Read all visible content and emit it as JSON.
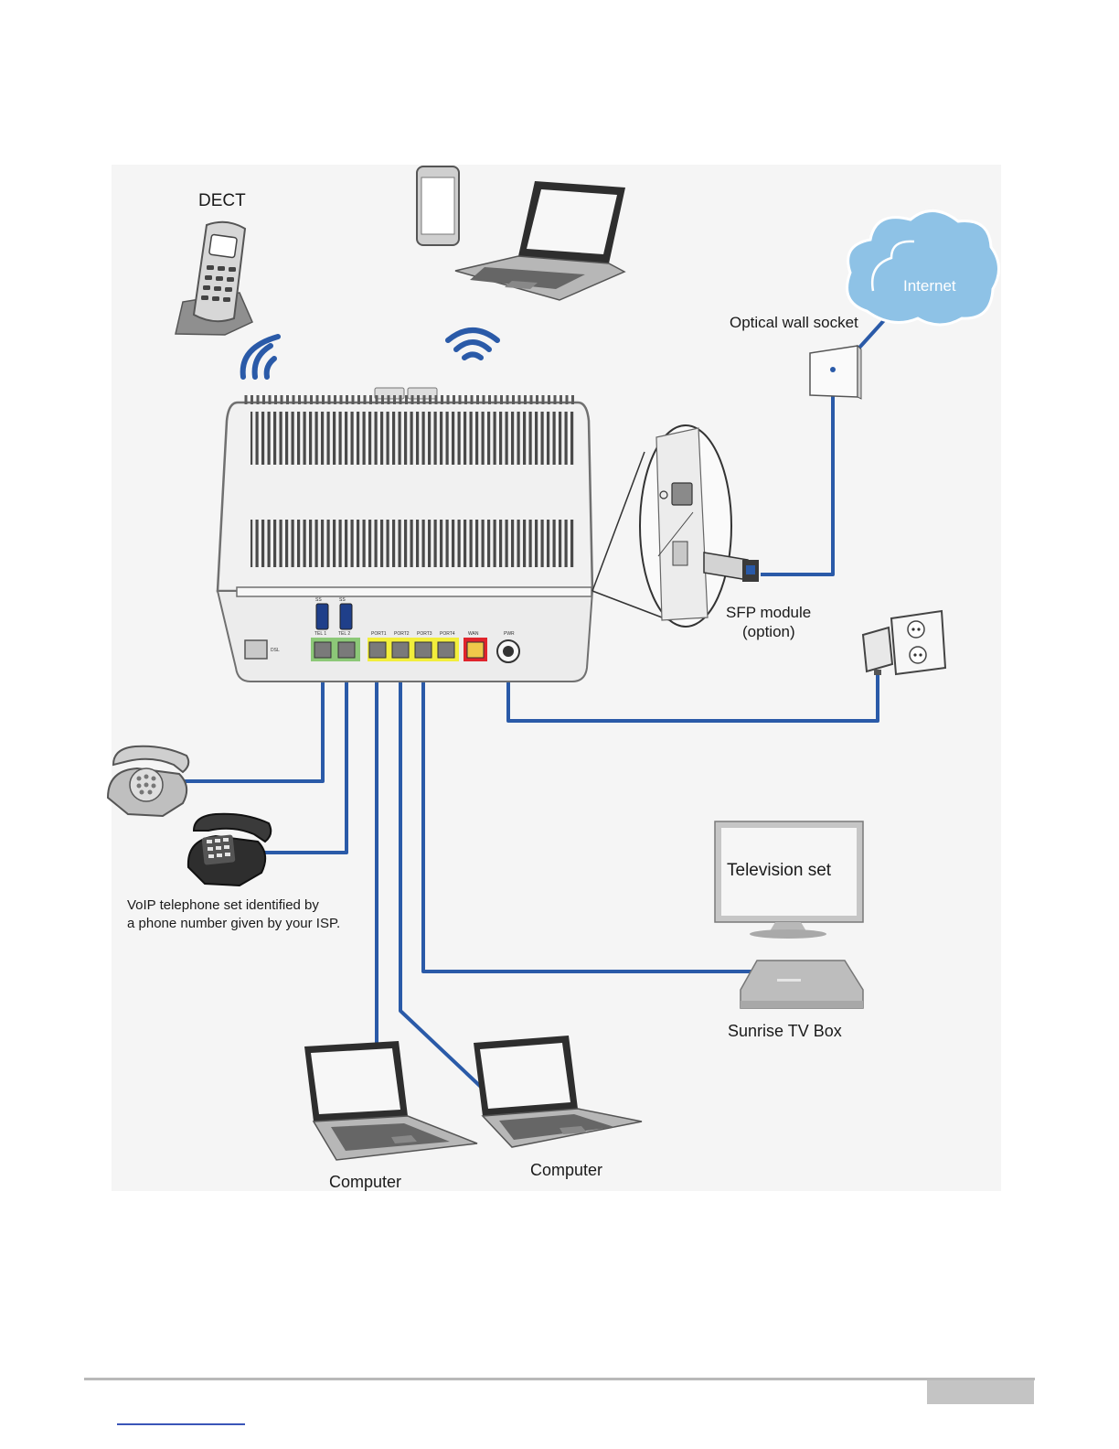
{
  "labels": {
    "dect": "DECT",
    "internet": "Internet",
    "optical_socket": "Optical wall socket",
    "sfp_line1": "SFP module",
    "sfp_line2": "(option)",
    "television": "Television set",
    "tv_box": "Sunrise TV Box",
    "voip_line1": "VoIP telephone set identified by",
    "voip_line2": "a phone number given by your ISP.",
    "computer_left": "Computer",
    "computer_right": "Computer"
  },
  "port_labels": {
    "usb": "SS",
    "tel1": "TEL 1",
    "tel2": "TEL 2",
    "port1": "PORT1",
    "port2": "PORT2",
    "port3": "PORT3",
    "port4": "PORT4",
    "wan": "WAN",
    "pwr": "PWR",
    "dsl": "DSL"
  },
  "colors": {
    "cable": "#2a5aa8",
    "cloud": "#8ec2e6",
    "router_body": "#f1f1f1",
    "router_outline": "#707070",
    "lan_highlight": "#f2ee3c",
    "tel_port": "#8cc878",
    "wan_port": "#e0242c",
    "device_grey": "#b4b4b4",
    "scene_bg": "#f5f5f5"
  }
}
